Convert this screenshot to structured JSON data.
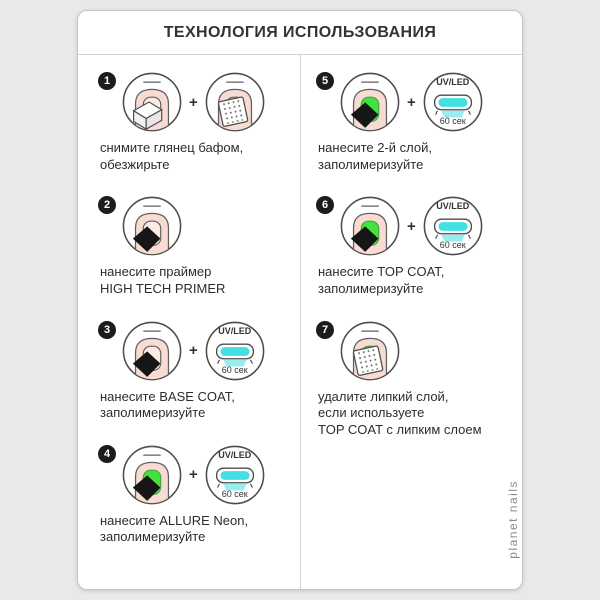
{
  "page": {
    "title": "ТЕХНОЛОГИЯ ИСПОЛЬЗОВАНИЯ",
    "brand": "planet nails",
    "plus": "+",
    "uv_led_label": "UV/LED",
    "duration_label": "60 сек"
  },
  "colors": {
    "neon_green": "#44e23c",
    "uv_cyan": "#43dfe3",
    "nail_pink": "#fdeae4",
    "skin": "#f8dcd3",
    "badge_black": "#1c1c1c",
    "card_background": "#ffffff",
    "page_background": "#e9e9e9"
  },
  "steps": [
    {
      "number": "1",
      "caption": [
        "снимите глянец бафом,",
        "обезжирьте"
      ]
    },
    {
      "number": "2",
      "caption": [
        "нанесите праймер",
        "HIGH TECH PRIMER"
      ]
    },
    {
      "number": "3",
      "caption": [
        "нанесите BASE COAT,",
        "заполимеризуйте"
      ]
    },
    {
      "number": "4",
      "caption": [
        "нанесите ALLURE Neon,",
        "заполимеризуйте"
      ]
    },
    {
      "number": "5",
      "caption": [
        "нанесите 2-й слой,",
        "заполимеризуйте"
      ]
    },
    {
      "number": "6",
      "caption": [
        "нанесите TOP COAT,",
        "заполимеризуйте"
      ]
    },
    {
      "number": "7",
      "caption": [
        "удалите липкий слой,",
        "если используете",
        "TOP COAT с липким слоем"
      ]
    }
  ]
}
